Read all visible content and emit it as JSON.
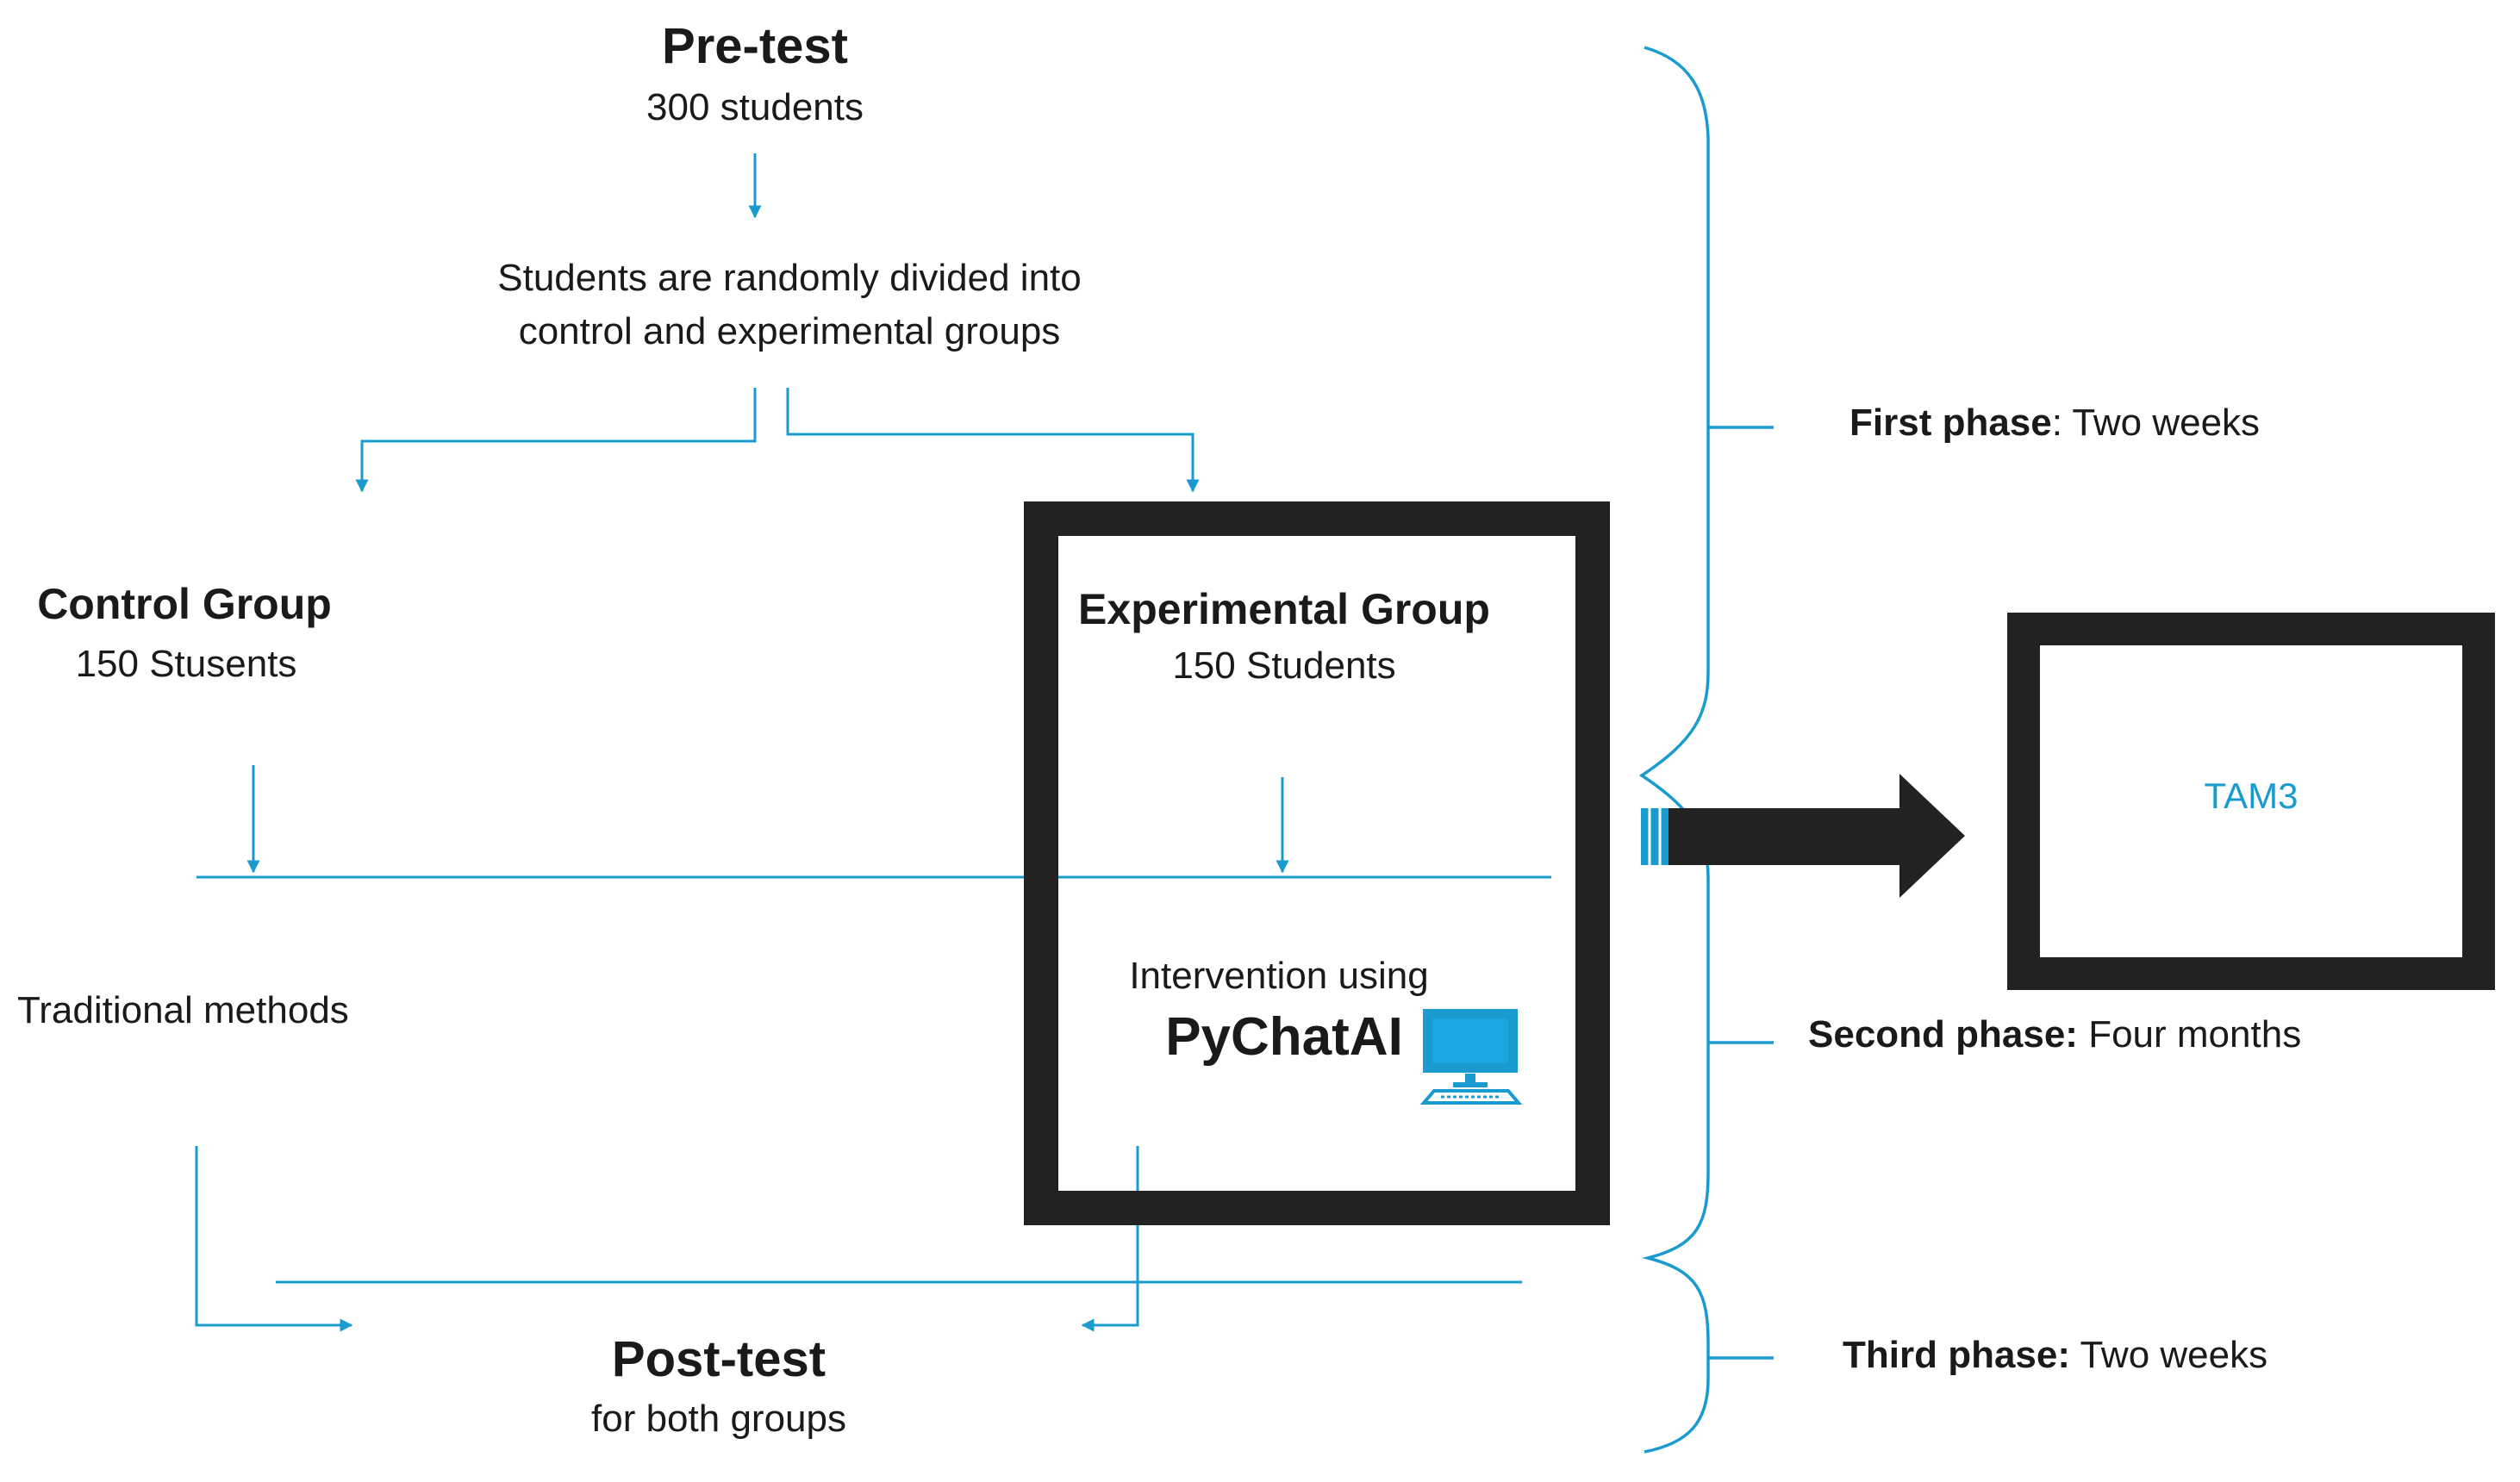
{
  "pretest": {
    "title": "Pre-test",
    "count": "300 students"
  },
  "division": {
    "line1": "Students are randomly divided into",
    "line2": "control and experimental groups"
  },
  "control": {
    "title": "Control Group",
    "count": "150 Stusents",
    "method": "Traditional methods"
  },
  "experimental": {
    "title": "Experimental Group",
    "count": "150 Students",
    "intervention": "Intervention using",
    "tool": "PyChatAI"
  },
  "posttest": {
    "title": "Post-test",
    "subtitle": "for both groups"
  },
  "tam": {
    "label": "TAM3"
  },
  "phases": {
    "first": {
      "name": "First phase",
      "sep": ": ",
      "duration": "Two weeks"
    },
    "second": {
      "name": "Second phase:",
      "sep": " ",
      "duration": "Four months"
    },
    "third": {
      "name": "Third phase:",
      "sep": " ",
      "duration": "Two weeks"
    }
  },
  "colors": {
    "accent": "#1a9bd0",
    "box": "#222222",
    "text": "#1a1a1a"
  },
  "icons": {
    "tool": "computer-icon"
  }
}
